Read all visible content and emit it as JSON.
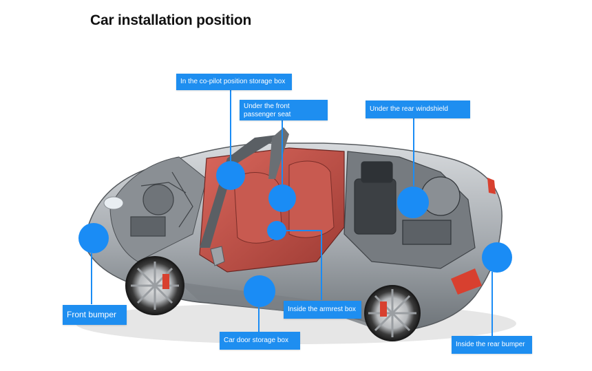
{
  "title": "Car installation position",
  "colors": {
    "accent": "#1e8ef0",
    "marker": "#1a8cf5",
    "body": "#a9adb2",
    "interior": "#c4524a"
  },
  "labels": {
    "copilot": "In the co-pilot position storage box",
    "front_seat": "Under the front passenger seat",
    "rear_windshield": "Under the rear windshield",
    "front_bumper": "Front bumper",
    "armrest": "Inside the armrest box",
    "car_door": "Car door storage box",
    "rear_bumper": "Inside the rear bumper"
  }
}
